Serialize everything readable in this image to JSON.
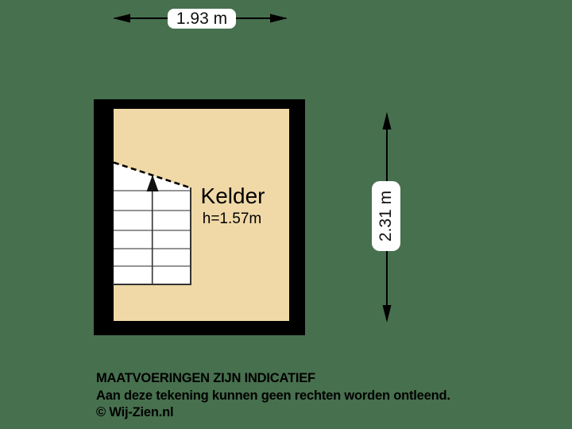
{
  "plan": {
    "room_label": "Kelder",
    "room_height_label": "h=1.57m",
    "width_dimension": "1.93 m",
    "height_dimension": "2.31 m"
  },
  "footer": {
    "line1": "MAATVOERINGEN ZIJN INDICATIEF",
    "line2": "Aan deze tekening kunnen geen rechten worden ontleend.",
    "line3": "© Wij-Zien.nl"
  },
  "colors": {
    "background": "#47704E",
    "floor": "#F0D9A7",
    "wall": "#000000",
    "stair_fill": "#FFFFFF",
    "stair_tread_line": "#555555",
    "stair_border": "#333333",
    "dimension_line": "#000000",
    "label_background": "#FFFFFF",
    "text": "#000000"
  }
}
